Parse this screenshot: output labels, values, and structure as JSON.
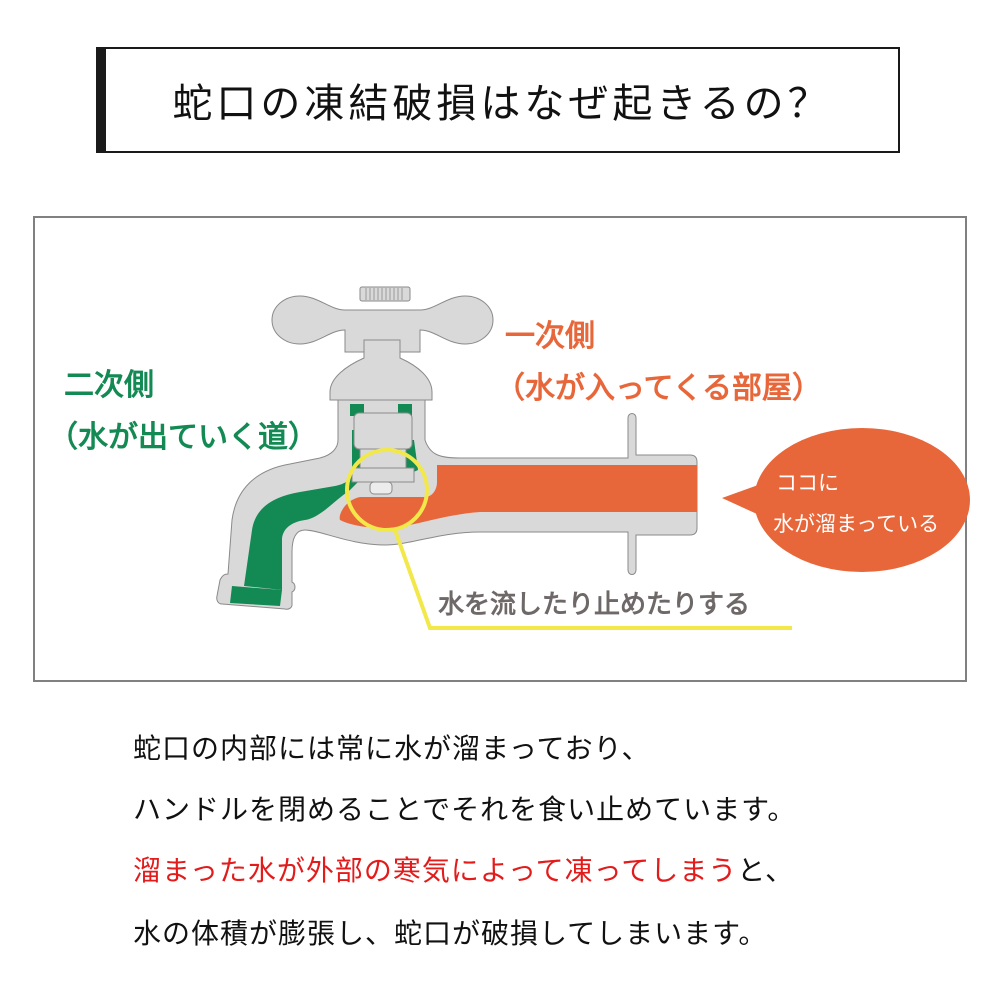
{
  "title": "蛇口の凍結破損はなぜ起きるの？",
  "diagram": {
    "secondary_side": {
      "title": "二次側",
      "subtitle": "（水が出ていく道）",
      "color": "#138a53"
    },
    "primary_side": {
      "title": "一次側",
      "subtitle": "（水が入ってくる部屋）",
      "color": "#e8673a"
    },
    "speech_bubble": {
      "line1": "ココに",
      "line2": "水が溜まっている",
      "color": "#e8673a"
    },
    "valve_callout": {
      "label": "水を流したり止めたりする",
      "line_color": "#f2e84a"
    },
    "faucet_body_color": "#d9d9d9",
    "frame_border_color": "#808080"
  },
  "body": {
    "line1": "蛇口の内部には常に水が溜まっており、",
    "line2": "ハンドルを閉めることでそれを食い止めています。",
    "line3_highlight": "溜まった水が外部の寒気によって凍ってしまう",
    "line3_rest": "と、",
    "line4": "水の体積が膨張し、蛇口が破損してしまいます。",
    "highlight_color": "#e31b1b"
  }
}
